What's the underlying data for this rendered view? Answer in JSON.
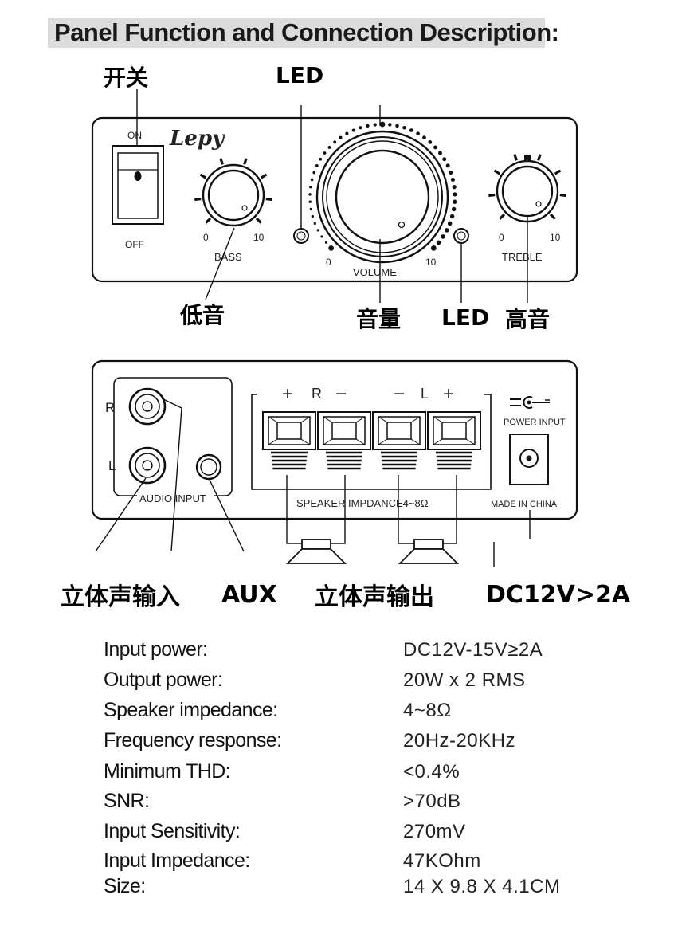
{
  "title": "Panel Function and Connection Description:",
  "front_panel": {
    "callouts": {
      "switch": "开关",
      "led_top": "LED",
      "bass": "低音",
      "volume": "音量",
      "led_bottom": "LED",
      "treble": "高音"
    },
    "switch_on": "ON",
    "switch_off": "OFF",
    "brand": "Lepy",
    "bass_label": "BASS",
    "bass_min": "0",
    "bass_max": "10",
    "volume_label": "VOLUME",
    "volume_min": "0",
    "volume_max": "10",
    "treble_label": "TREBLE",
    "treble_min": "0",
    "treble_max": "10"
  },
  "back_panel": {
    "r_label": "R",
    "l_label": "L",
    "audio_input_label": "AUDIO INPUT",
    "speaker_header_plus_r": "+",
    "speaker_header_r": "R",
    "speaker_header_minus_r": "−",
    "speaker_header_minus_l": "−",
    "speaker_header_l": "L",
    "speaker_header_plus_l": "+",
    "speaker_impedance_label": "SPEAKER IMPDANCE4~8Ω",
    "power_input_label": "POWER INPUT",
    "made_in_label": "MADE IN CHINA",
    "callouts": {
      "stereo_input": "立体声输入",
      "aux": "AUX",
      "stereo_output": "立体声输出",
      "dc": "DC12V>2A"
    }
  },
  "specs": [
    {
      "label": "Input power:",
      "value": "DC12V-15V≥2A"
    },
    {
      "label": "Output power:",
      "value": "20W x 2 RMS"
    },
    {
      "label": "Speaker impedance:",
      "value": "4~8Ω"
    },
    {
      "label": "Frequency response:",
      "value": "20Hz-20KHz"
    },
    {
      "label": "Minimum THD:",
      "value": "<0.4%"
    },
    {
      "label": "SNR:",
      "value": ">70dB"
    },
    {
      "label": "Input Sensitivity:",
      "value": "270mV"
    },
    {
      "label": "Input Impedance:",
      "value": "47KOhm"
    },
    {
      "label": "Size:",
      "value": "14 X 9.8 X 4.1CM"
    }
  ]
}
